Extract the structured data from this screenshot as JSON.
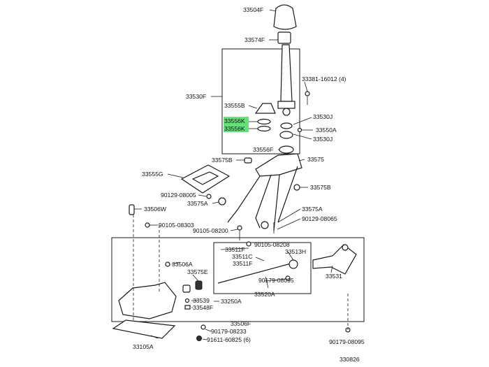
{
  "diagram": {
    "highlight_color": "#4cd964",
    "labels": {
      "p33504F": "33504F",
      "p33574F": "33574F",
      "p33381": "33381-16012 (4)",
      "p33530F": "33530F",
      "p33555B": "33555B",
      "p33556K_a": "33556K",
      "p33556K_b": "33556K",
      "p33530J_a": "33530J",
      "p33550A": "33550A",
      "p33530J_b": "33530J",
      "p33556F": "33556F",
      "p33575": "33575",
      "p33575B_a": "33575B",
      "p33555G": "33555G",
      "p33575B_b": "33575B",
      "p90129_a": "90129-08005",
      "p33575A_a": "33575A",
      "p33506W": "33506W",
      "p33575A_b": "33575A",
      "p90105_a": "90105-08303",
      "p90129_b": "90129-08065",
      "p90105_b": "90105-08200",
      "p90105_c": "90105-08208",
      "p33511F": "33511F",
      "p33511C": "33511C",
      "p33513H": "33513H",
      "p33511F_b": "33511F",
      "p33506A": "33506A",
      "p33575E": "33575E",
      "p33531": "33531",
      "p90179_a": "90179-08095",
      "p33520A": "33520A",
      "p33539": "33539",
      "p33250A": "33250A",
      "p33548F": "33548F",
      "p33506F": "33506F",
      "p90179_b": "90179-08233",
      "p91611": "91611-60825 (6)",
      "p33105A": "33105A",
      "p90179_c": "90179-08095",
      "ref": "330826"
    }
  }
}
